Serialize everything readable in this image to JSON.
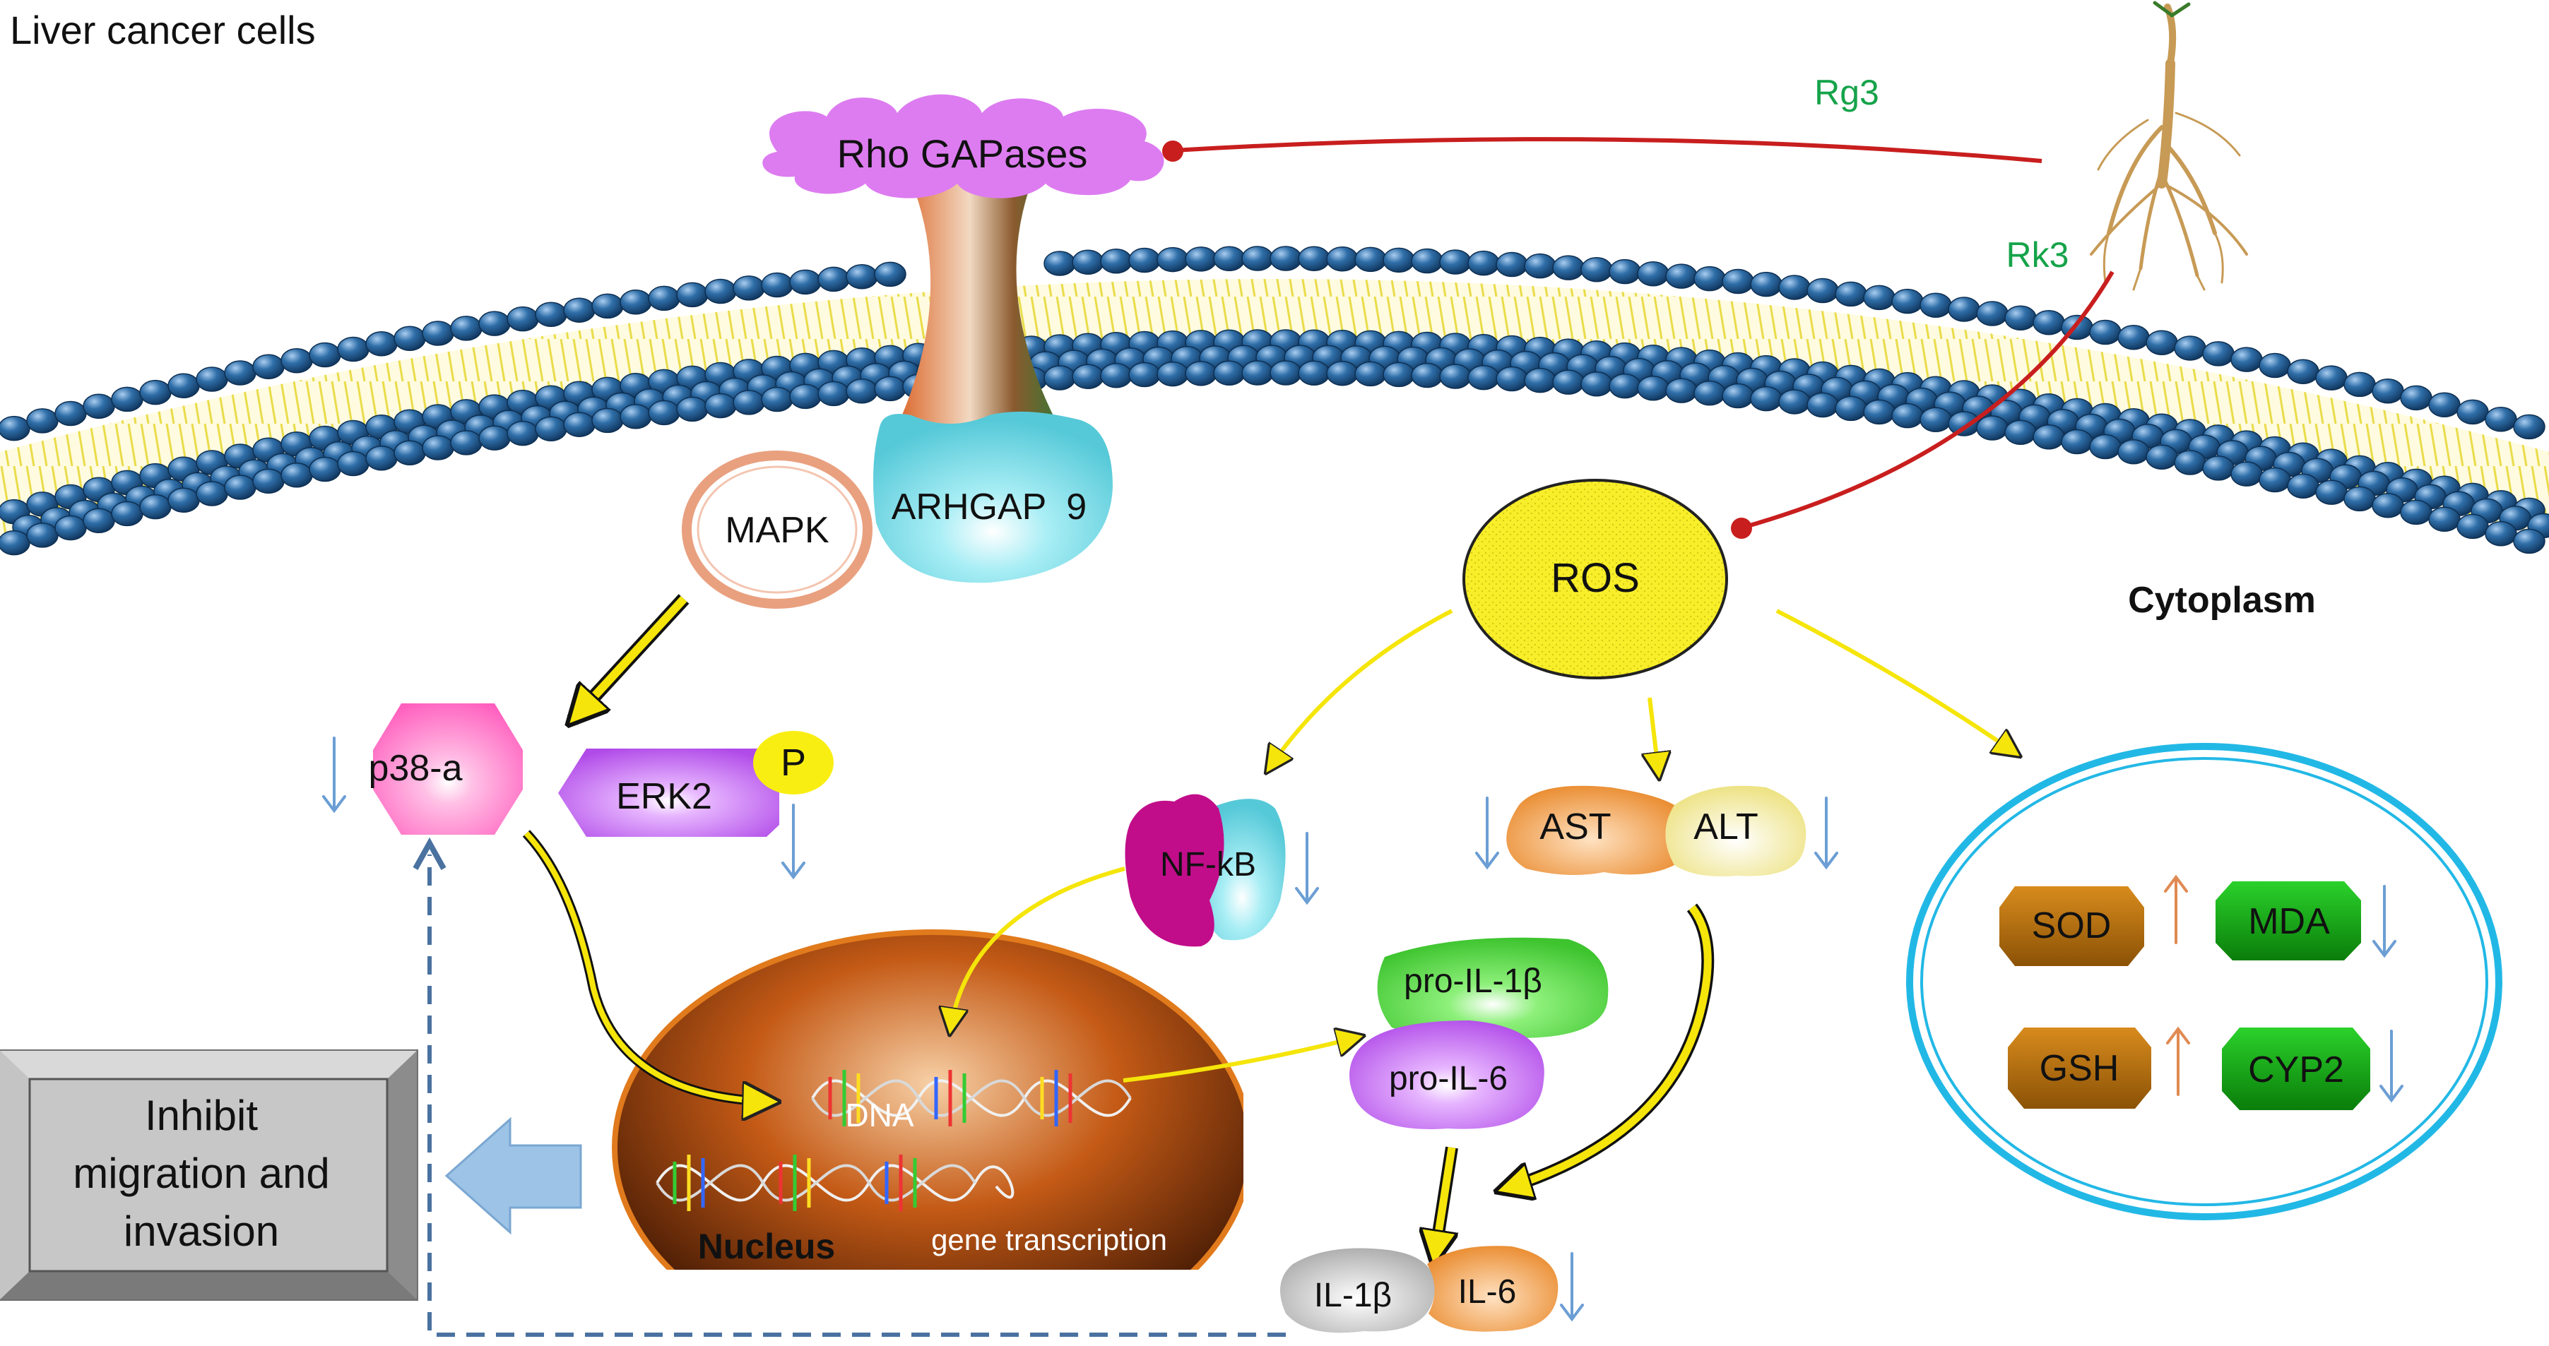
{
  "title": "Liver cancer cells",
  "compartments": {
    "cytoplasm": "Cytoplasm",
    "nucleus": "Nucleus"
  },
  "compounds": {
    "rg3": "Rg3",
    "rk3": "Rk3"
  },
  "membrane": {
    "rho": "Rho GAPases",
    "arhgap": "ARHGAP  9",
    "mapk": "MAPK"
  },
  "signals": {
    "ros": "ROS",
    "p38": "p38-a",
    "erk2": "ERK2",
    "phospho": "P",
    "nfkb": "NF-kB",
    "ast": "AST",
    "alt": "ALT",
    "pro_il1b": "pro-IL-1β",
    "pro_il6": "pro-IL-6",
    "il1b": "IL-1β",
    "il6": "IL-6"
  },
  "nucleus": {
    "dna": "DNA",
    "gene": "gene transcription"
  },
  "antioxidant": {
    "sod": "SOD",
    "mda": "MDA",
    "gsh": "GSH",
    "cyp2": "CYP2"
  },
  "outcome": {
    "line1": "Inhibit",
    "line2": "migration and",
    "line3": "invasion"
  },
  "colors": {
    "compound_label": "#16a34a",
    "inhibition_line": "#c81e1e",
    "activation_arrow": "#f5e50a",
    "lipid_head": "#2f6ea8",
    "down_arrow": "#6b9ed4",
    "up_arrow": "#e08a52",
    "feedback_dash": "#4a72a0"
  }
}
